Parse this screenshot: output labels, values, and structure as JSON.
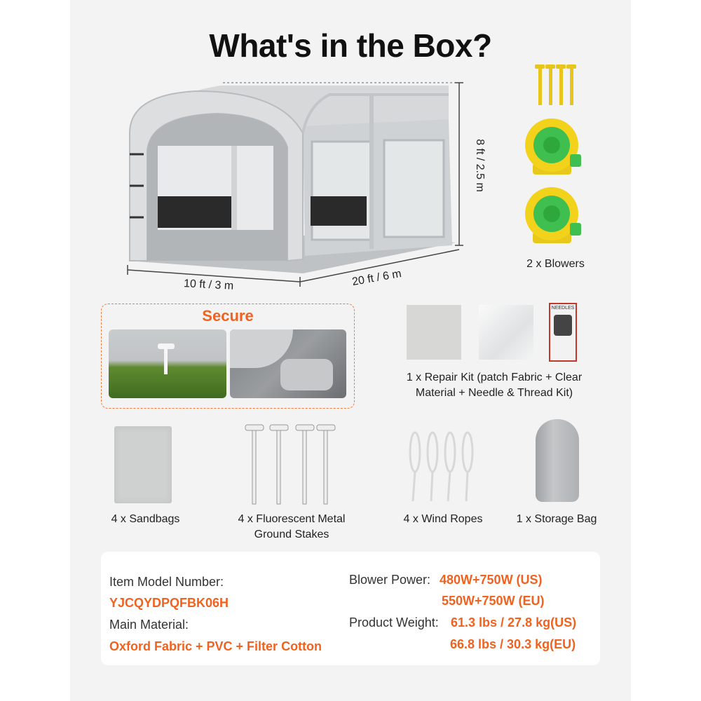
{
  "title": "What's in the Box?",
  "dimensions": {
    "height": "8 ft / 2.5 m",
    "width": "10 ft / 3 m",
    "length": "20 ft / 6 m"
  },
  "items": {
    "blowers": "2 x Blowers",
    "repair_kit_line1": "1 x Repair Kit (patch Fabric + Clear",
    "repair_kit_line2": "Material + Needle & Thread Kit)",
    "sandbags": "4 x Sandbags",
    "stakes_line1": "4 x Fluorescent Metal",
    "stakes_line2": "Ground Stakes",
    "ropes": "4 x Wind Ropes",
    "storage_bag": "1 x Storage Bag"
  },
  "secure": {
    "title": "Secure"
  },
  "needle_pack": {
    "label": "NEEDLES"
  },
  "specs": {
    "model_label": "Item Model Number:",
    "model_value": "YJCQYDPQFBK06H",
    "material_label": "Main Material:",
    "material_value": "Oxford Fabric + PVC + Filter Cotton",
    "power_label": "Blower Power:",
    "power_us": "480W+750W (US)",
    "power_eu": "550W+750W (EU)",
    "weight_label": "Product Weight:",
    "weight_us": "61.3 lbs / 27.8 kg(US)",
    "weight_eu": "66.8 lbs / 30.3 kg(EU)"
  },
  "colors": {
    "accent": "#f0621f",
    "panel": "#f3f3f3",
    "tent": "#c9ccce",
    "blower_yellow": "#f2d21b",
    "blower_green": "#3fbf4f"
  }
}
